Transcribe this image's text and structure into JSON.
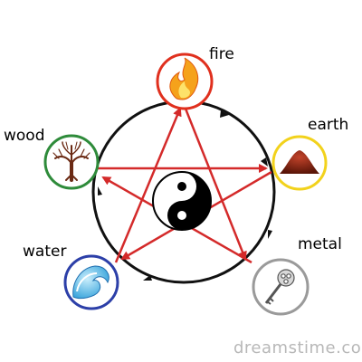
{
  "elements": {
    "fire": {
      "label": "fire",
      "ring_color": "#e0301e"
    },
    "earth": {
      "label": "earth",
      "ring_color": "#f2d21c"
    },
    "metal": {
      "label": "metal",
      "ring_color": "#9a9a9a"
    },
    "water": {
      "label": "water",
      "ring_color": "#2c3fa8"
    },
    "wood": {
      "label": "wood",
      "ring_color": "#2e8b3a"
    }
  },
  "arrow_colors": {
    "generating_cycle": "#111111",
    "controlling_star": "#d42a2a"
  },
  "center_icon": "yin-yang-icon",
  "watermark": "dreamstime.com"
}
